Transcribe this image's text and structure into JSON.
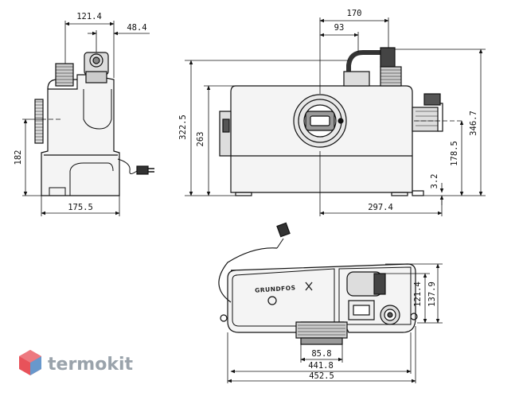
{
  "diagram": {
    "side_view": {
      "dim_width_top": "121.4",
      "dim_width_inlet": "48.4",
      "dim_height": "182",
      "dim_width_bottom": "175.5"
    },
    "front_view": {
      "dim_outlet_x": "170",
      "dim_inlet_x": "93",
      "dim_total_height": "322.5",
      "dim_body_height": "263",
      "dim_right_height": "346.7",
      "dim_inlet_height": "178.5",
      "dim_base_height": "3.2",
      "dim_width": "297.4"
    },
    "top_view": {
      "brand_label": "GRUNDFOS",
      "dim_outlet_dia": "85.8",
      "dim_inner_width": "441.8",
      "dim_total_width": "452.5",
      "dim_depth_inner": "121.4",
      "dim_depth_outer": "137.9"
    }
  },
  "watermark": {
    "text": "termokit",
    "colors": {
      "red": "#e8525a",
      "blue": "#5aa0d8",
      "grey": "#9aa3ab"
    }
  }
}
